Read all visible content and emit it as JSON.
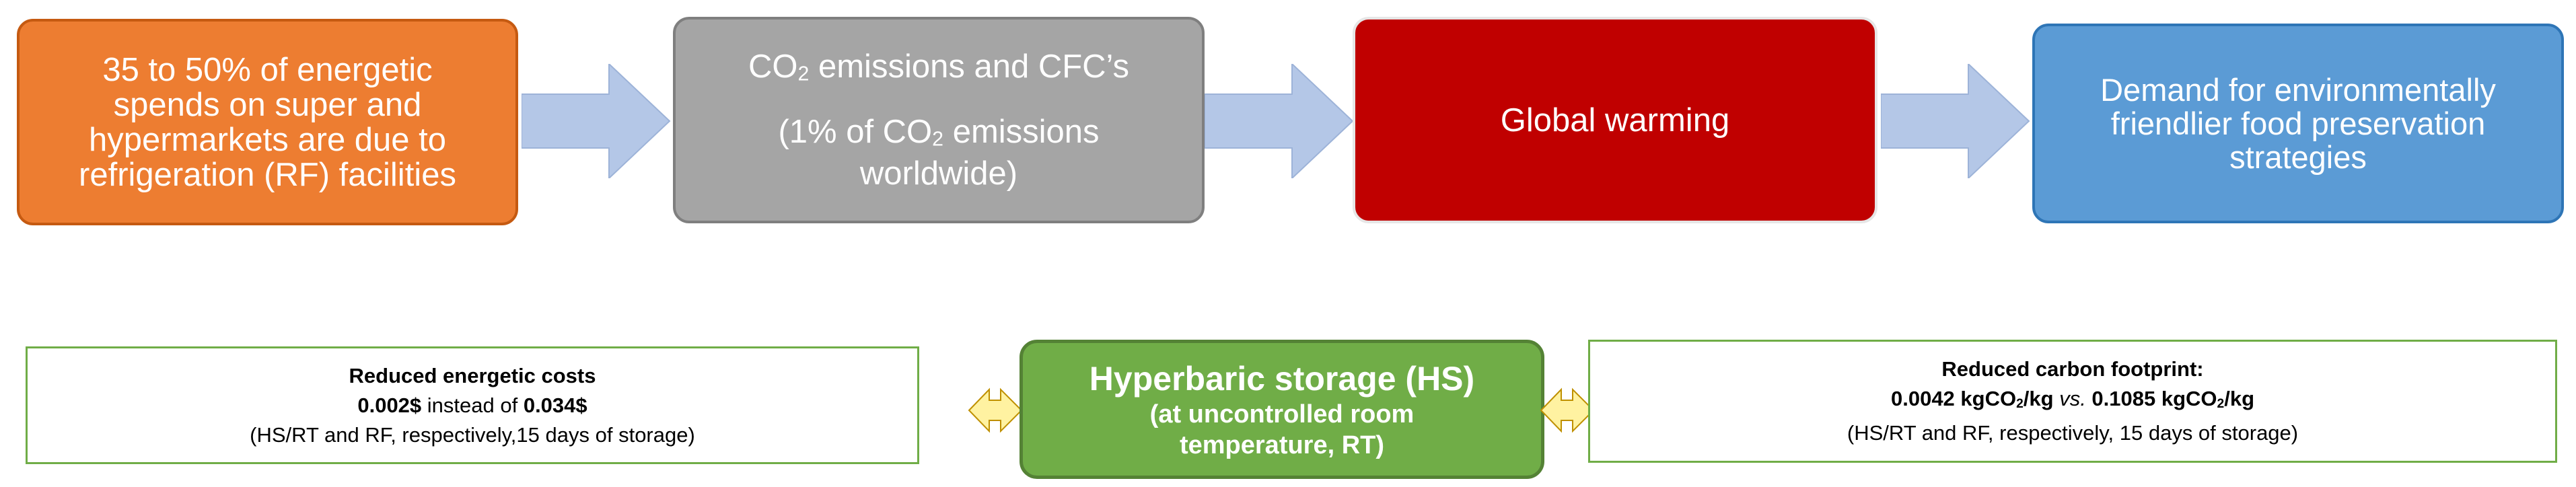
{
  "flow": {
    "box1": {
      "line1": "35 to 50% of energetic",
      "line2": "spends on super and",
      "line3": "hypermarkets are due to",
      "line4": "refrigeration (RF) facilities"
    },
    "box2": {
      "pre": "CO",
      "sub": "2",
      "post": " emissions and CFC’s",
      "l2_pre": "(1% of CO",
      "l2_sub": "2",
      "l2_post": " emissions",
      "l3": "worldwide)"
    },
    "box3": {
      "text": "Global warming"
    },
    "box4": {
      "line1": "Demand for environmentally",
      "line2": "friendlier food preservation",
      "line3": "strategies"
    }
  },
  "storage": {
    "title": "Hyperbaric storage (HS)",
    "line2": "(at uncontrolled  room",
    "line3": "temperature,  RT)"
  },
  "left_box": {
    "heading": "Reduced energetic costs",
    "v1": "0.002$",
    "mid": " instead of ",
    "v2": "0.034$",
    "note": "(HS/RT and RF, respectively,15 days of storage)"
  },
  "right_box": {
    "heading": "Reduced carbon footprint:",
    "v1_pre": "0.0042 kgCO",
    "v1_sub": "2",
    "v1_post": "/kg ",
    "vs": "vs.",
    "v2_pre": " 0.1085 kgCO",
    "v2_sub": "2",
    "v2_post": "/kg",
    "note": "(HS/RT and RF, respectively, 15 days of storage)"
  },
  "colors": {
    "orange": "#ed7d31",
    "gray": "#a5a5a5",
    "red": "#c00000",
    "blue": "#5b9bd5",
    "green": "#70ad47",
    "arrow": "#b4c7e7",
    "dbl_arrow": "#fff2a1"
  }
}
